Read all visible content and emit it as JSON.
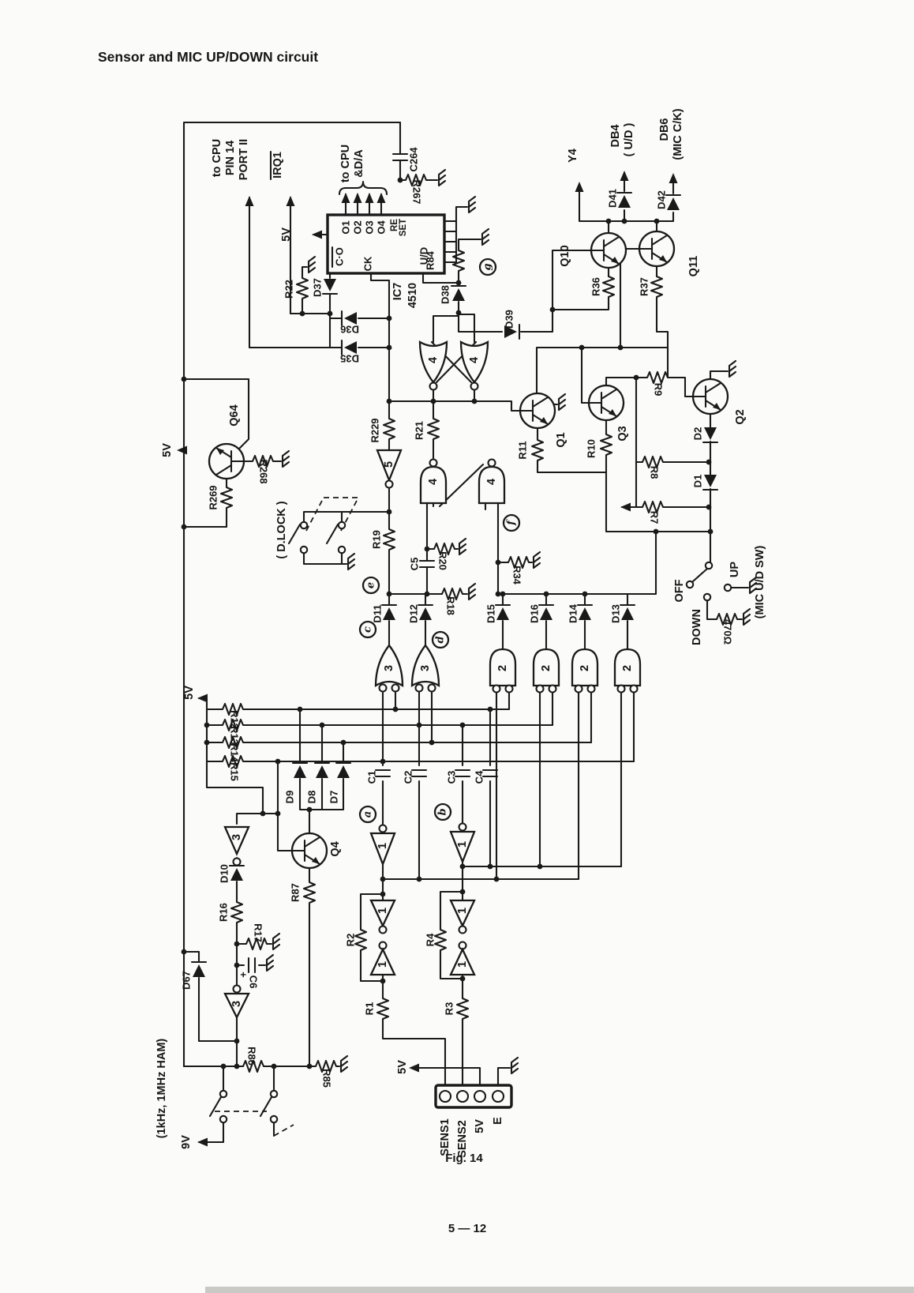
{
  "page": {
    "title": "Sensor and MIC UP/DOWN circuit",
    "figure_caption": "Fig. 14",
    "page_number": "5 — 12"
  },
  "ic7": {
    "name": "IC7",
    "part": "4510",
    "pins": {
      "co": "C·O",
      "o1": "O1",
      "o2": "O2",
      "o3": "O3",
      "o4": "O4",
      "re": "RE",
      "set": "SET",
      "ck": "CK",
      "ud": "U/D"
    }
  },
  "labels": {
    "to_cpu": "to CPU",
    "pin14": "PIN 14",
    "port11": "PORT II",
    "irq1": "IRQ1",
    "to_cpu2": "to CPU",
    "dda": "&D/A",
    "v5": "5V",
    "v9": "9V",
    "c264": "C264",
    "r267": "R267",
    "r22": "R22",
    "d37": "D37",
    "d36": "D36",
    "d35": "D35",
    "r84": "R84",
    "d38": "D38",
    "d39": "D39",
    "y4": "Y4",
    "d41": "D41",
    "db4": "DB4",
    "db4_sub": "( U/D )",
    "d42": "D42",
    "db6": "DB6",
    "db6_sub": "(MIC C/K)",
    "q10": "Q10",
    "q11": "Q11",
    "r36": "R36",
    "r37": "R37",
    "q64": "Q64",
    "r268": "R268",
    "r269": "R269",
    "dlock": "( D.LOCK )",
    "r229": "R229",
    "r21": "R21",
    "q1": "Q1",
    "r11": "R11",
    "q3": "Q3",
    "r10": "R10",
    "r9": "R9",
    "q2": "Q2",
    "d2": "D2",
    "d1": "D1",
    "r8": "R8",
    "r7": "R7",
    "r19": "R19",
    "r20": "R20",
    "c5": "C5",
    "r18": "R18",
    "r34": "R34",
    "n_a": "a",
    "n_b": "b",
    "n_c": "c",
    "n_d": "d",
    "n_e": "e",
    "n_f": "f",
    "n_g": "g",
    "d11": "D11",
    "d12": "D12",
    "d15": "D15",
    "d16": "D16",
    "d14": "D14",
    "d13": "D13",
    "off": "OFF",
    "up": "UP",
    "down": "DOWN",
    "r470": "470Ω",
    "mic_ud_sw": "(MIC U/D SW)",
    "r12": "R12",
    "r13": "R13",
    "r14": "R14",
    "r15": "R15",
    "d9": "D9",
    "d8": "D8",
    "d7": "D7",
    "c1": "C1",
    "c2": "C2",
    "c3": "C3",
    "c4": "C4",
    "gate5": "5",
    "gate4": "4",
    "gate3": "3",
    "gate2": "2",
    "gate1": "1",
    "d10": "D10",
    "r16": "R16",
    "r17": "R17",
    "c6": "C6",
    "plus": "+",
    "q4": "Q4",
    "r87": "R87",
    "d67": "D67",
    "r86": "R86",
    "r85": "R85",
    "r2": "R2",
    "r4": "R4",
    "r1": "R1",
    "r3": "R3",
    "ham": "(1kHz, 1MHz HAM)",
    "sens1": "SENS1",
    "sens2": "SENS2",
    "e_pin": "E"
  }
}
